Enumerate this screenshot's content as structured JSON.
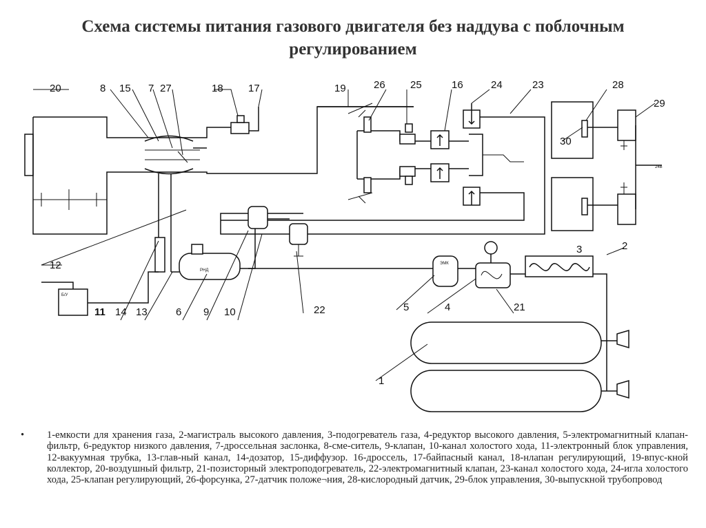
{
  "title": "Схема системы питания газового двигателя без наддува с поблочным регулированием",
  "labels": {
    "n1": "1",
    "n2": "2",
    "n3": "3",
    "n4": "4",
    "n5": "5",
    "n6": "6",
    "n7": "7",
    "n8": "8",
    "n9": "9",
    "n10": "10",
    "n11": "11",
    "n12": "12",
    "n13": "13",
    "n14": "14",
    "n15": "15",
    "n16": "16",
    "n17": "17",
    "n18": "18",
    "n19": "19",
    "n20": "20",
    "n21": "21",
    "n22": "22",
    "n23": "23",
    "n24": "24",
    "n25": "25",
    "n26": "26",
    "n27": "27",
    "n28": "28",
    "n29": "29",
    "n30": "30"
  },
  "small_labels": {
    "bu": "Б/У",
    "signal": "24В",
    "emk": "ЭМК",
    "reducer": "РНД"
  },
  "caption": {
    "bullet": "•",
    "text": "1-емкости для хранения газа, 2-магистраль высокого давления, 3-подогреватель газа, 4-редуктор высокого давления, 5-электромагнитный клапан-фильтр, 6-редуктор низкого давления, 7-дроссельная заслонка, 8-сме-ситель, 9-клапан, 10-канал холостого хода, 11-электронный блок управления, 12-вакуумная трубка, 13-глав-ный канал, 14-дозатор, 15-диффузор. 16-дроссель, 17-байпасный канал, 18-нлапан регулирующий, 19-впус-кной коллектор, 20-воздушный фильтр, 21-позисторный электроподогреватель, 22-электромагнитный клапан, 23-канал холостого хода, 24-игла холостого хода, 25-клапан регулирующий, 26-форсунка, 27-датчик положе¬ния, 28-кислородный датчик, 29-блок управления, 30-выпускной трубопровод"
  }
}
